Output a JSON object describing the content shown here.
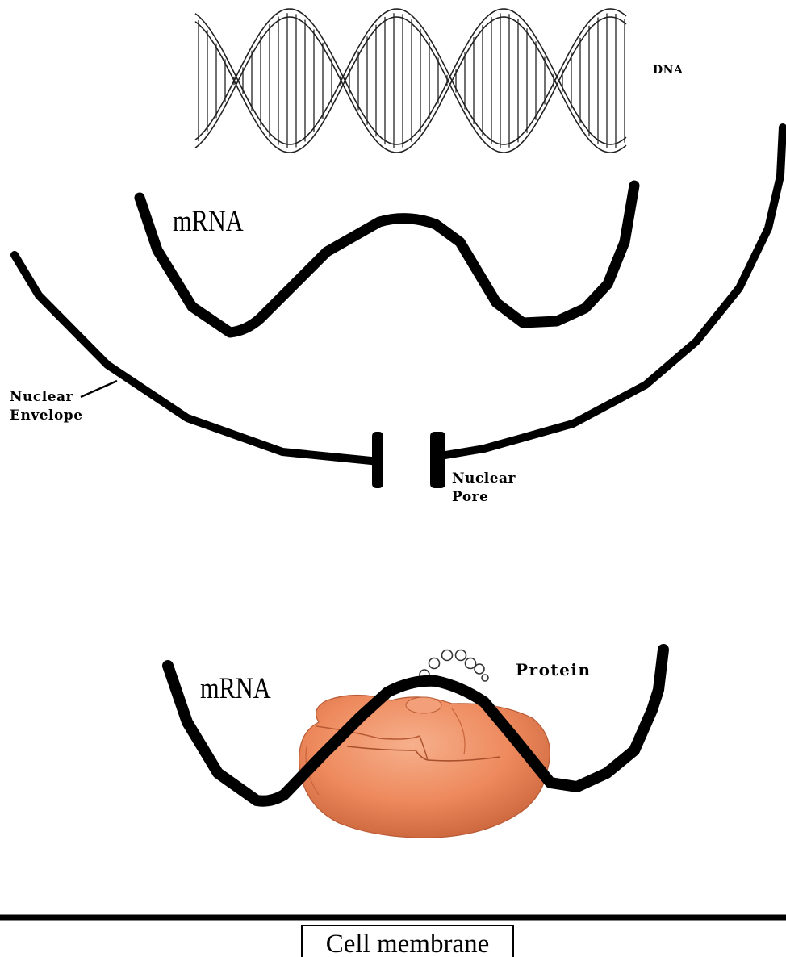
{
  "labels": {
    "dna": "DNA",
    "mrna_top": "mRNA",
    "nuclear_envelope": [
      "Nuclear",
      "Envelope"
    ],
    "nuclear_pore": [
      "Nuclear",
      "Pore"
    ],
    "mrna_bottom": "mRNA",
    "protein": "Protein",
    "cell_membrane": "Cell membrane"
  },
  "colors": {
    "strand": "#000000",
    "ribosome": "#ee8a5e",
    "ribosome_shadow": "#c9633a",
    "ribosome_highlight": "#f6b08c",
    "background": "#ffffff"
  },
  "icons": {
    "dna": "double-helix",
    "ribosome": "ribosome-blob",
    "protein": "bead-chain"
  }
}
